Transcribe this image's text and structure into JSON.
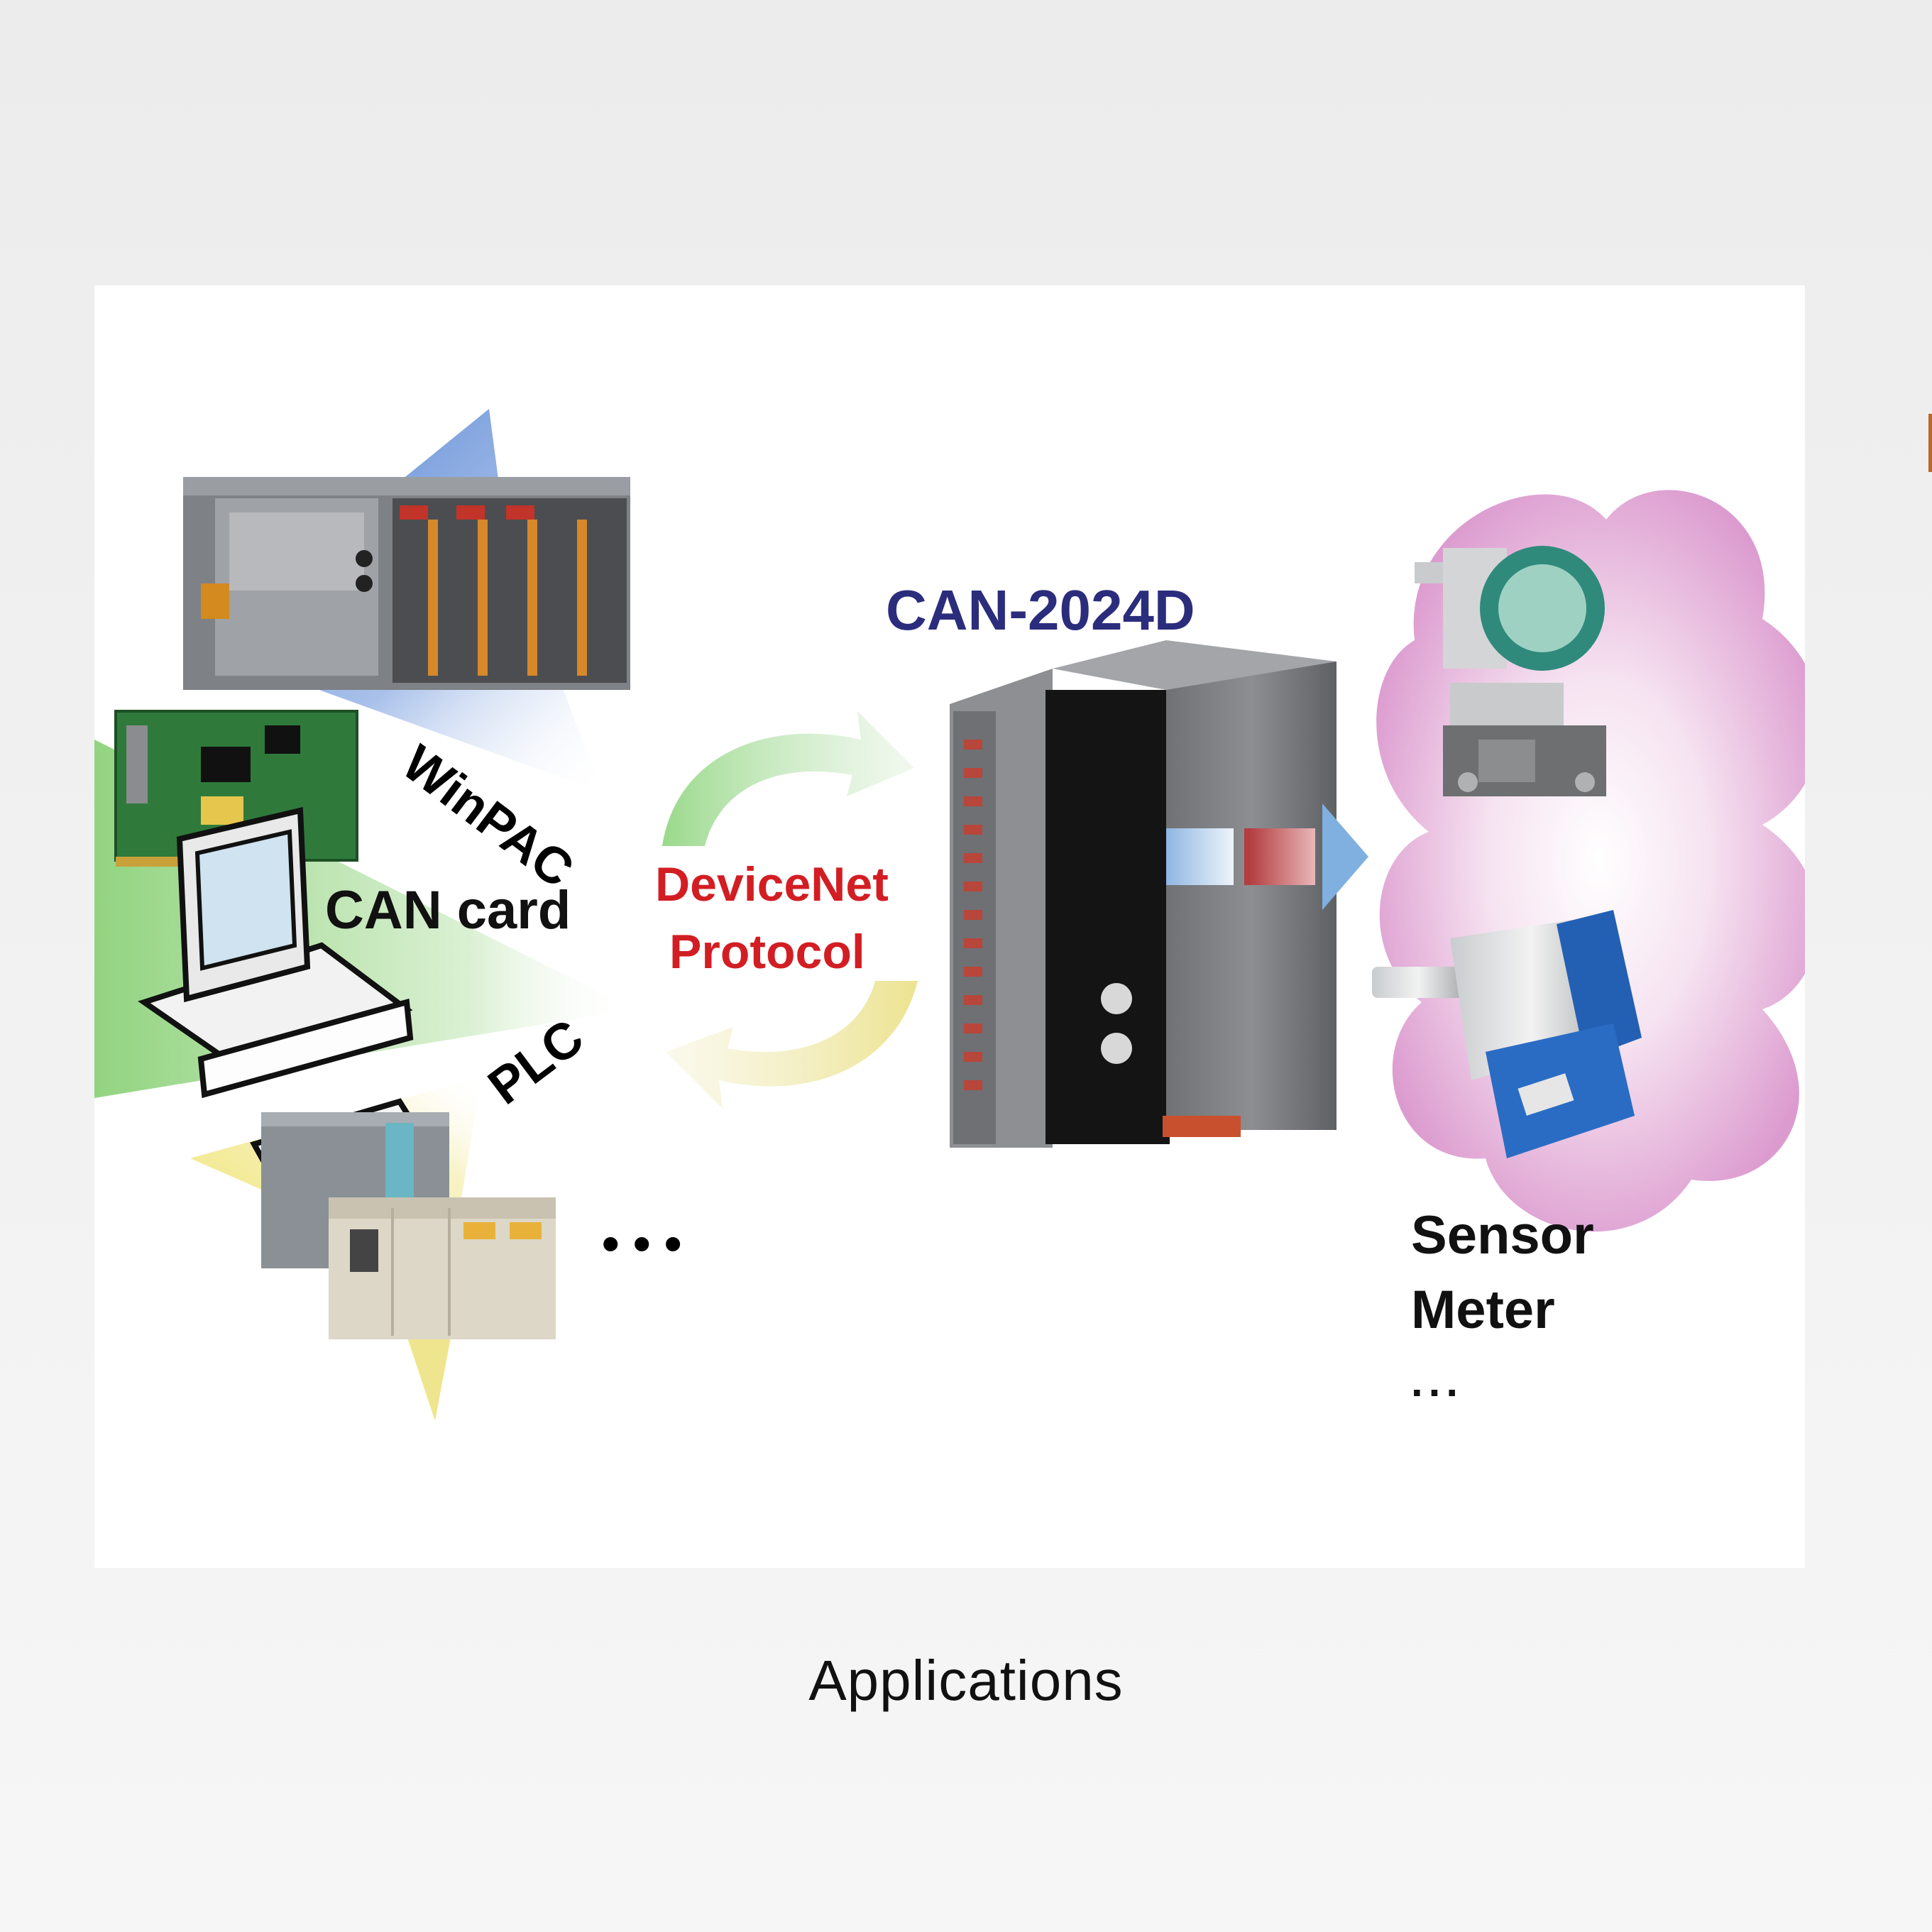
{
  "diagram": {
    "labels": {
      "winpac": "WinPAC",
      "can_card": "CAN card",
      "plc": "PLC",
      "left_more": "• • •",
      "protocol_line1": "DeviceNet",
      "protocol_line2": "Protocol",
      "device": "CAN-2024D",
      "sensor": "Sensor",
      "meter": "Meter",
      "right_more": "..."
    },
    "colors": {
      "device_title": "#2b2d7c",
      "protocol_text": "#d21e23",
      "cloud": "#e3a9d6",
      "winpac_beam": "#5b86cf",
      "can_beam": "#8fd27b",
      "plc_beam": "#efe36a"
    }
  },
  "caption": "Applications"
}
